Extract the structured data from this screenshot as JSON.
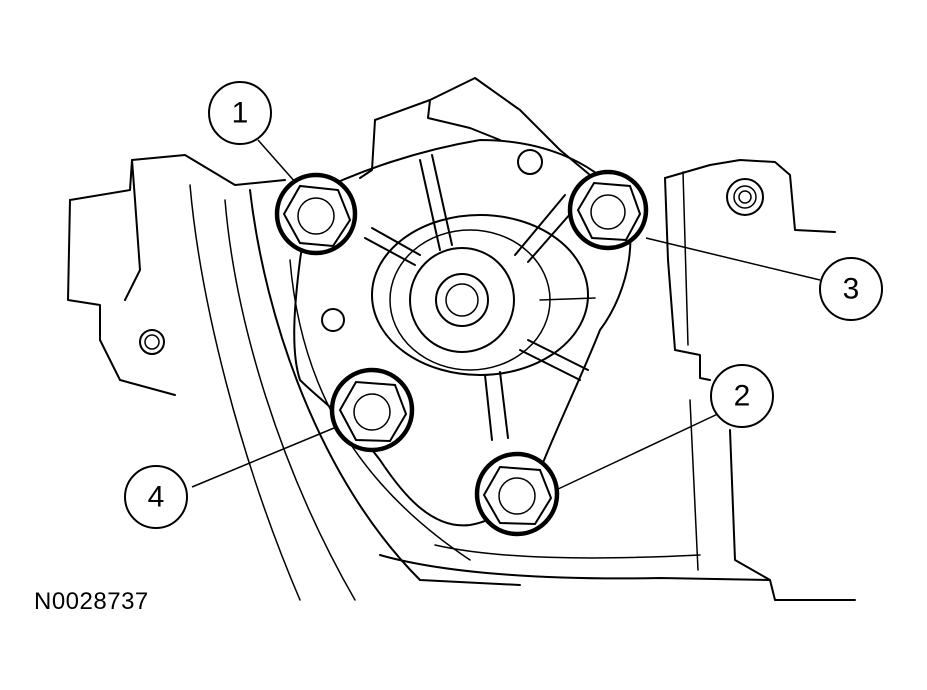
{
  "figure": {
    "id_label": "N0028737"
  },
  "callouts": [
    {
      "number": "1"
    },
    {
      "number": "2"
    },
    {
      "number": "3"
    },
    {
      "number": "4"
    }
  ],
  "colors": {
    "ink": "#000000",
    "paper": "#ffffff"
  }
}
